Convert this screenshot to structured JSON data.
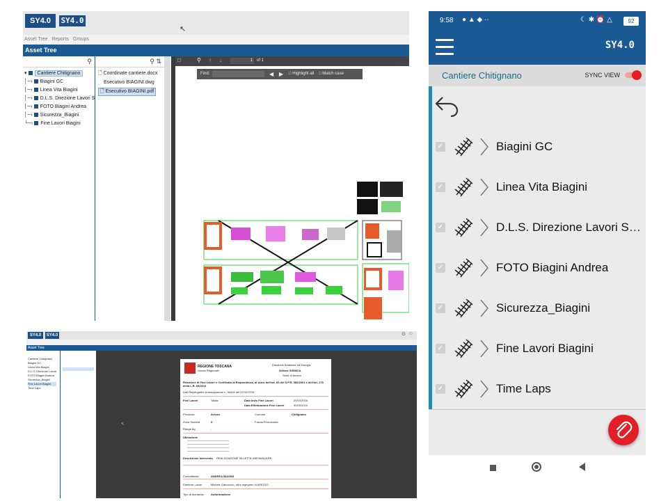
{
  "desktop": {
    "logo_text": "SY4.0",
    "logo_alt_text": "SY4.0",
    "menu": [
      "Asset Tree",
      "Reports",
      "Groups"
    ],
    "section_title": "Asset Tree",
    "tree": {
      "root": "Cantiere Chitignano",
      "children": [
        "Biagini GC",
        "Linea Vita Biagini",
        "D.L.S. Direzione Lavori Se",
        "FOTO Biagini Andrea",
        "Sicurezza_Biagini",
        "Fine Lavori Biagini"
      ]
    },
    "files": [
      "Coordinate cantiere.docx",
      "Esecutivo BIAGINI.dwg",
      "Esecutivo BIAGINI.pdf"
    ],
    "viewer": {
      "page_number": "1",
      "page_of": "of 1",
      "find_label": "Find:",
      "highlight_all": "Highlight all",
      "match_case": "Match case"
    }
  },
  "desktop2": {
    "logo_text": "SY4.0",
    "logo_alt_text": "SY4.0",
    "section_title": "Asset Tree",
    "tree": [
      "Cantiere Chitignano",
      "Biagini GC",
      "Linea Vita Biagini",
      "D.L.S. Direzione Lavori",
      "FOTO Biagini Andrea",
      "Sicurezza_Biagini",
      "Fine Lavori Biagini",
      "Time Laps"
    ],
    "doc": {
      "region": "REGIONE TOSCANA",
      "council": "Giunta Regionale",
      "dept1": "Direzione Ambiente ed Energia",
      "dept2": "Settore SISMICA",
      "dept3": "Sede di Arezzo",
      "heading": "Relazione di Fine Lavori e Certificato di Rispondenza, ai sensi dell'art. 83 del D.P.R. 380/2001 e dell'art. 175 della L.R. 65/2014",
      "riepilogo": "Dati Riepilogativi: Autorizzazione n. 54416 del 02/10/2015",
      "fine_lavori_label": "Fine Lavori",
      "fine_lavori_val": "Totale",
      "data_invio_label": "Data Invio Fine Lavori",
      "data_invio_val": "29/10/2016",
      "data_eff_label": "Data Effettuazione Fine Lavori",
      "data_eff_val": "30/09/2016",
      "provincia_label": "Provincia",
      "provincia_val": "Arezzo",
      "comune_label": "Comune",
      "comune_val": "Chitignano",
      "zona_label": "Zona Sismica",
      "zona_val": "3",
      "fascia_label": "Fascia Pericolosità",
      "range_label": "Range Ag",
      "range_val": "-",
      "ubicazione_label": "Ubicazione",
      "intervento_label": "Descrizione Intervento",
      "intervento_val": "REALIZZAZIONE VILLETTA UNIFAMILIARE",
      "committente_label": "Committente",
      "committente_val": "ANDREA BIAGINI",
      "direttore_label": "Direttore Lavori",
      "direttore_val": "Michele Gabuccini - albo ingegneri di AREZZO",
      "tipo_label": "Tipo di domanda",
      "tipo_val": "Autorizzazione"
    }
  },
  "phone": {
    "status": {
      "time": "9:58",
      "battery": "92"
    },
    "logo_text": "SY4.0",
    "site_name": "Cantiere Chitignano",
    "sync_label": "SYNC VIEW",
    "sync_on": true,
    "items": [
      "Biagini GC",
      "Linea Vita Biagini",
      "D.L.S. Direzione Lavori Ser…",
      "FOTO Biagini Andrea",
      "Sicurezza_Biagini",
      "Fine Lavori Biagini",
      "Time Laps"
    ],
    "accent": "#1c5a96",
    "fab_color": "#e21f26"
  }
}
